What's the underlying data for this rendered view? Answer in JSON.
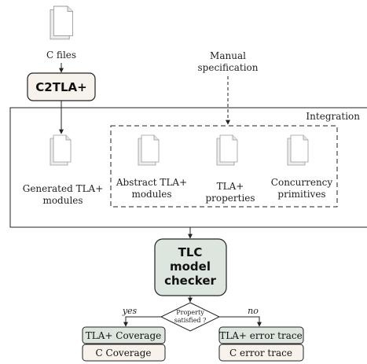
{
  "nodes": {
    "c_files": "C files",
    "c2tla": "C2TLA+",
    "manual_spec_line1": "Manual",
    "manual_spec_line2": "specification",
    "integration": "Integration",
    "generated_line1": "Generated TLA+",
    "generated_line2": "modules",
    "abstract_line1": "Abstract TLA+",
    "abstract_line2": "modules",
    "properties_line1": "TLA+",
    "properties_line2": "properties",
    "concurrency_line1": "Concurrency",
    "concurrency_line2": "primitives",
    "tlc_line1": "TLC",
    "tlc_line2": "model",
    "tlc_line3": "checker",
    "decision_line1": "Property",
    "decision_line2": "satisfied ?",
    "yes": "yes",
    "no": "no",
    "tla_coverage": "TLA+ Coverage",
    "c_coverage": "C Coverage",
    "tla_error_trace": "TLA+ error trace",
    "c_error_trace": "C error trace"
  },
  "colors": {
    "light_box": "#f8f2ec",
    "green_box": "#dde6de",
    "stroke": "#222222"
  }
}
